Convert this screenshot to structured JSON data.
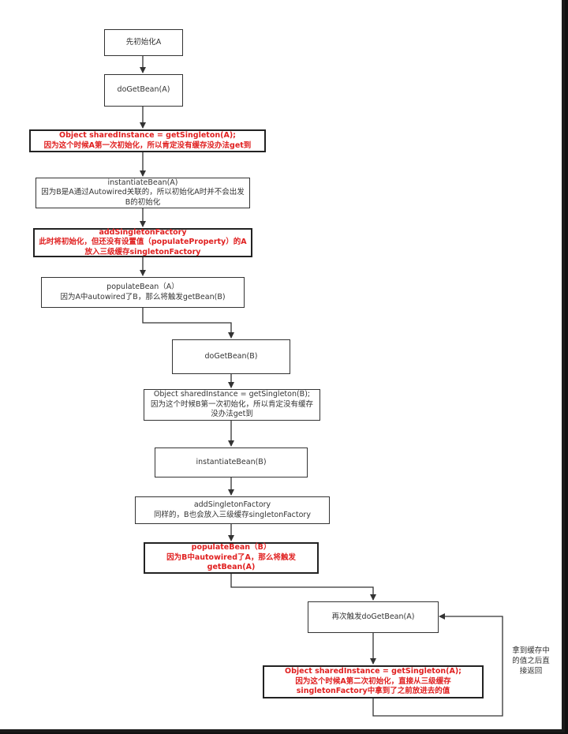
{
  "nodes": {
    "n1": {
      "lines": [
        "先初始化A"
      ]
    },
    "n2": {
      "lines": [
        "doGetBean(A)"
      ]
    },
    "n3": {
      "lines": [
        "Object sharedInstance = getSingleton(A);",
        "因为这个时候A第一次初始化，所以肯定没有缓存没办法get到"
      ]
    },
    "n4": {
      "lines": [
        "instantiateBean(A)",
        "因为B是A通过Autowired关联的，所以初始化A时并不会出发",
        "B的初始化"
      ]
    },
    "n5": {
      "lines": [
        "addSingletonFactory",
        "此时将初始化，但还没有设置值（populateProperty）的A",
        "放入三级缓存singletonFactory"
      ]
    },
    "n6": {
      "lines": [
        "populateBean（A）",
        "因为A中autowired了B，那么将触发getBean(B)"
      ]
    },
    "n7": {
      "lines": [
        "doGetBean(B)"
      ]
    },
    "n8": {
      "lines": [
        "Object sharedInstance = getSingleton(B);",
        "因为这个时候B第一次初始化，所以肯定没有缓存",
        "没办法get到"
      ]
    },
    "n9": {
      "lines": [
        "instantiateBean(B)"
      ]
    },
    "n10": {
      "lines": [
        "addSingletonFactory",
        "同样的，B也会放入三级缓存singletonFactory"
      ]
    },
    "n11": {
      "lines": [
        "populateBean（B）",
        "因为B中autowired了A，那么将触发",
        "getBean(A)"
      ]
    },
    "n12": {
      "lines": [
        "再次触发doGetBean(A)"
      ]
    },
    "n13": {
      "lines": [
        "Object sharedInstance = getSingleton(A);",
        "因为这个时候A第二次初始化，直接从三级缓存",
        "singletonFactory中拿到了之前放进去的值"
      ]
    }
  },
  "side_note": {
    "lines": [
      "拿到缓存中",
      "的值之后直",
      "接返回"
    ]
  },
  "colors": {
    "highlight_text": "#e02020",
    "line": "#333333",
    "background": "#ffffff"
  }
}
